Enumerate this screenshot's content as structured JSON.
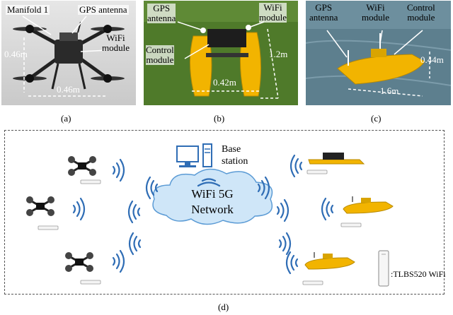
{
  "panel_a": {
    "labels": {
      "manifold": "Manifold 1",
      "gps": "GPS antenna",
      "wifi": [
        "WiFi",
        "module"
      ],
      "dim_v": "0.46m",
      "dim_h": "0.46m"
    },
    "caption": "(a)"
  },
  "panel_b": {
    "labels": {
      "gps": [
        "GPS",
        "antenna"
      ],
      "wifi": [
        "WiFi",
        "module"
      ],
      "control": [
        "Control",
        "module"
      ],
      "dim_w": "0.42m",
      "dim_l": "1.2m"
    },
    "caption": "(b)"
  },
  "panel_c": {
    "labels": {
      "gps": [
        "GPS",
        "antenna"
      ],
      "wifi": [
        "WiFi",
        "module"
      ],
      "control": [
        "Control",
        "module"
      ],
      "dim_h": "0.44m",
      "dim_l": "1.6m"
    },
    "caption": "(c)"
  },
  "panel_d": {
    "base_station": [
      "Base",
      "station"
    ],
    "network": [
      "WiFi 5G",
      "Network"
    ],
    "legend": ":TLBS520 WiFi",
    "caption": "(d)"
  },
  "colors": {
    "cloud_fill": "#cfe6f8",
    "cloud_stroke": "#5b9bd5",
    "signal": "#2f6db5",
    "boat": "#f2b400",
    "grass": "#4f7a2a",
    "water": "#5d7f8e"
  }
}
